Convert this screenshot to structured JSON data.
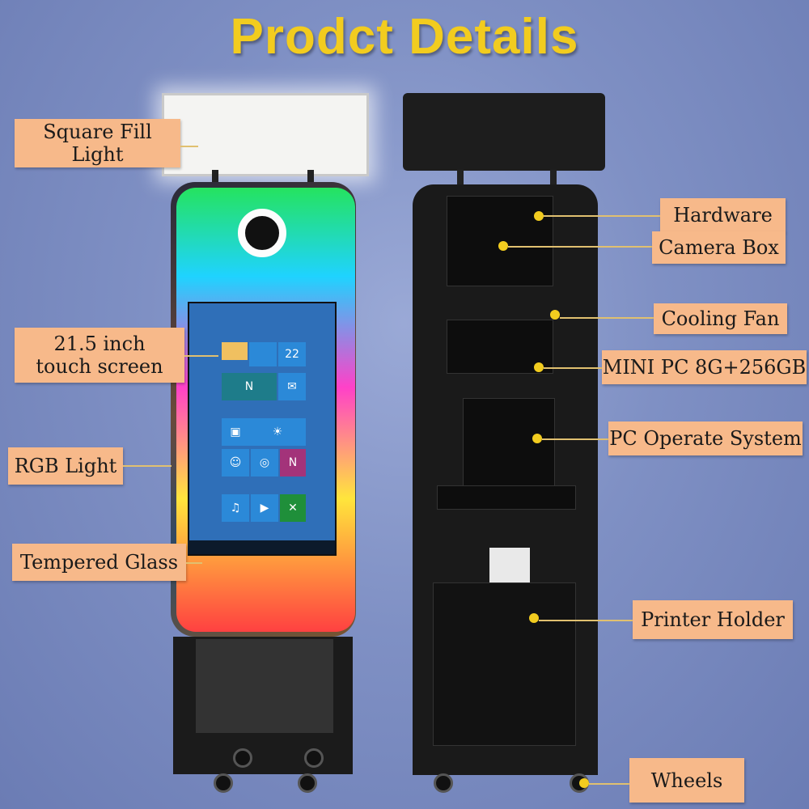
{
  "title": "Prodct Details",
  "labels": {
    "square_fill_light": "Square Fill\nLight",
    "touch_screen": "21.5 inch\ntouch screen",
    "rgb_light": "RGB Light",
    "tempered_glass": "Tempered Glass",
    "hardware": "Hardware",
    "camera_box": "Camera Box",
    "cooling_fan": "Cooling Fan",
    "mini_pc": "MINI PC 8G+256GB",
    "pc_os": "PC Operate System",
    "printer_holder": "Printer Holder",
    "wheels": "Wheels"
  },
  "screen": {
    "tile_texts": [
      "22"
    ]
  },
  "colors": {
    "title": "#f2cc1f",
    "label_bg": "#f7b98a",
    "dot": "#f2cc1f"
  }
}
